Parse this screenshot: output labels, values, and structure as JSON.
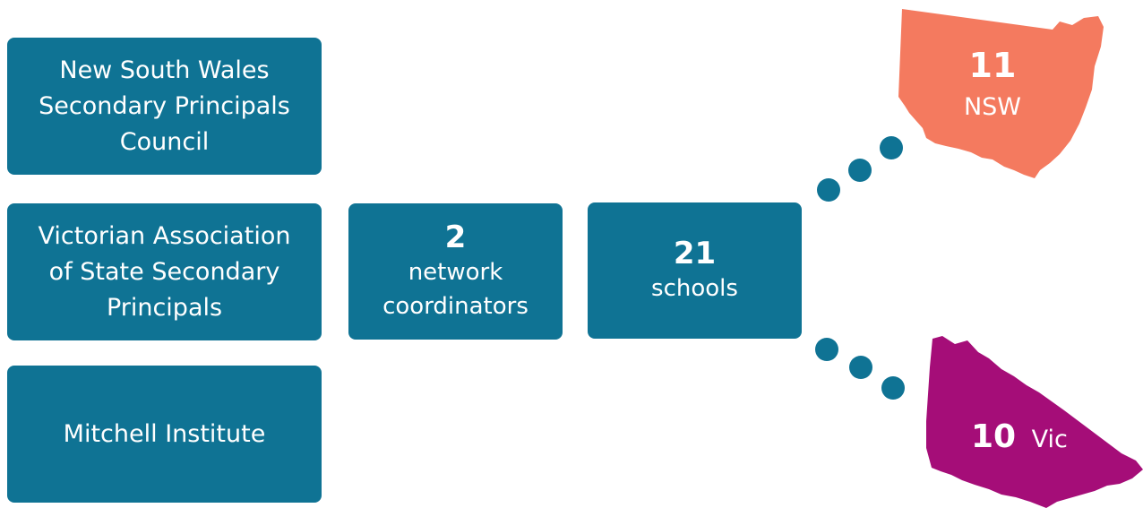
{
  "colors": {
    "box": "#0f7394",
    "dots": "#0f7394",
    "nsw": "#f47a5f",
    "vic": "#a50d78",
    "text_on_dark": "#ffffff"
  },
  "organisations": [
    {
      "label": "New South Wales\nSecondary Principals\nCouncil"
    },
    {
      "label": "Victorian Association\nof State Secondary\nPrincipals"
    },
    {
      "label": "Mitchell Institute"
    }
  ],
  "coordinators": {
    "number": "2",
    "label": "network\ncoordinators"
  },
  "schools": {
    "number": "21",
    "label": "schools"
  },
  "states": {
    "nsw": {
      "number": "11",
      "label": "NSW",
      "icon": "nsw-map-icon"
    },
    "vic": {
      "number": "10",
      "label": "Vic",
      "icon": "vic-map-icon"
    }
  }
}
